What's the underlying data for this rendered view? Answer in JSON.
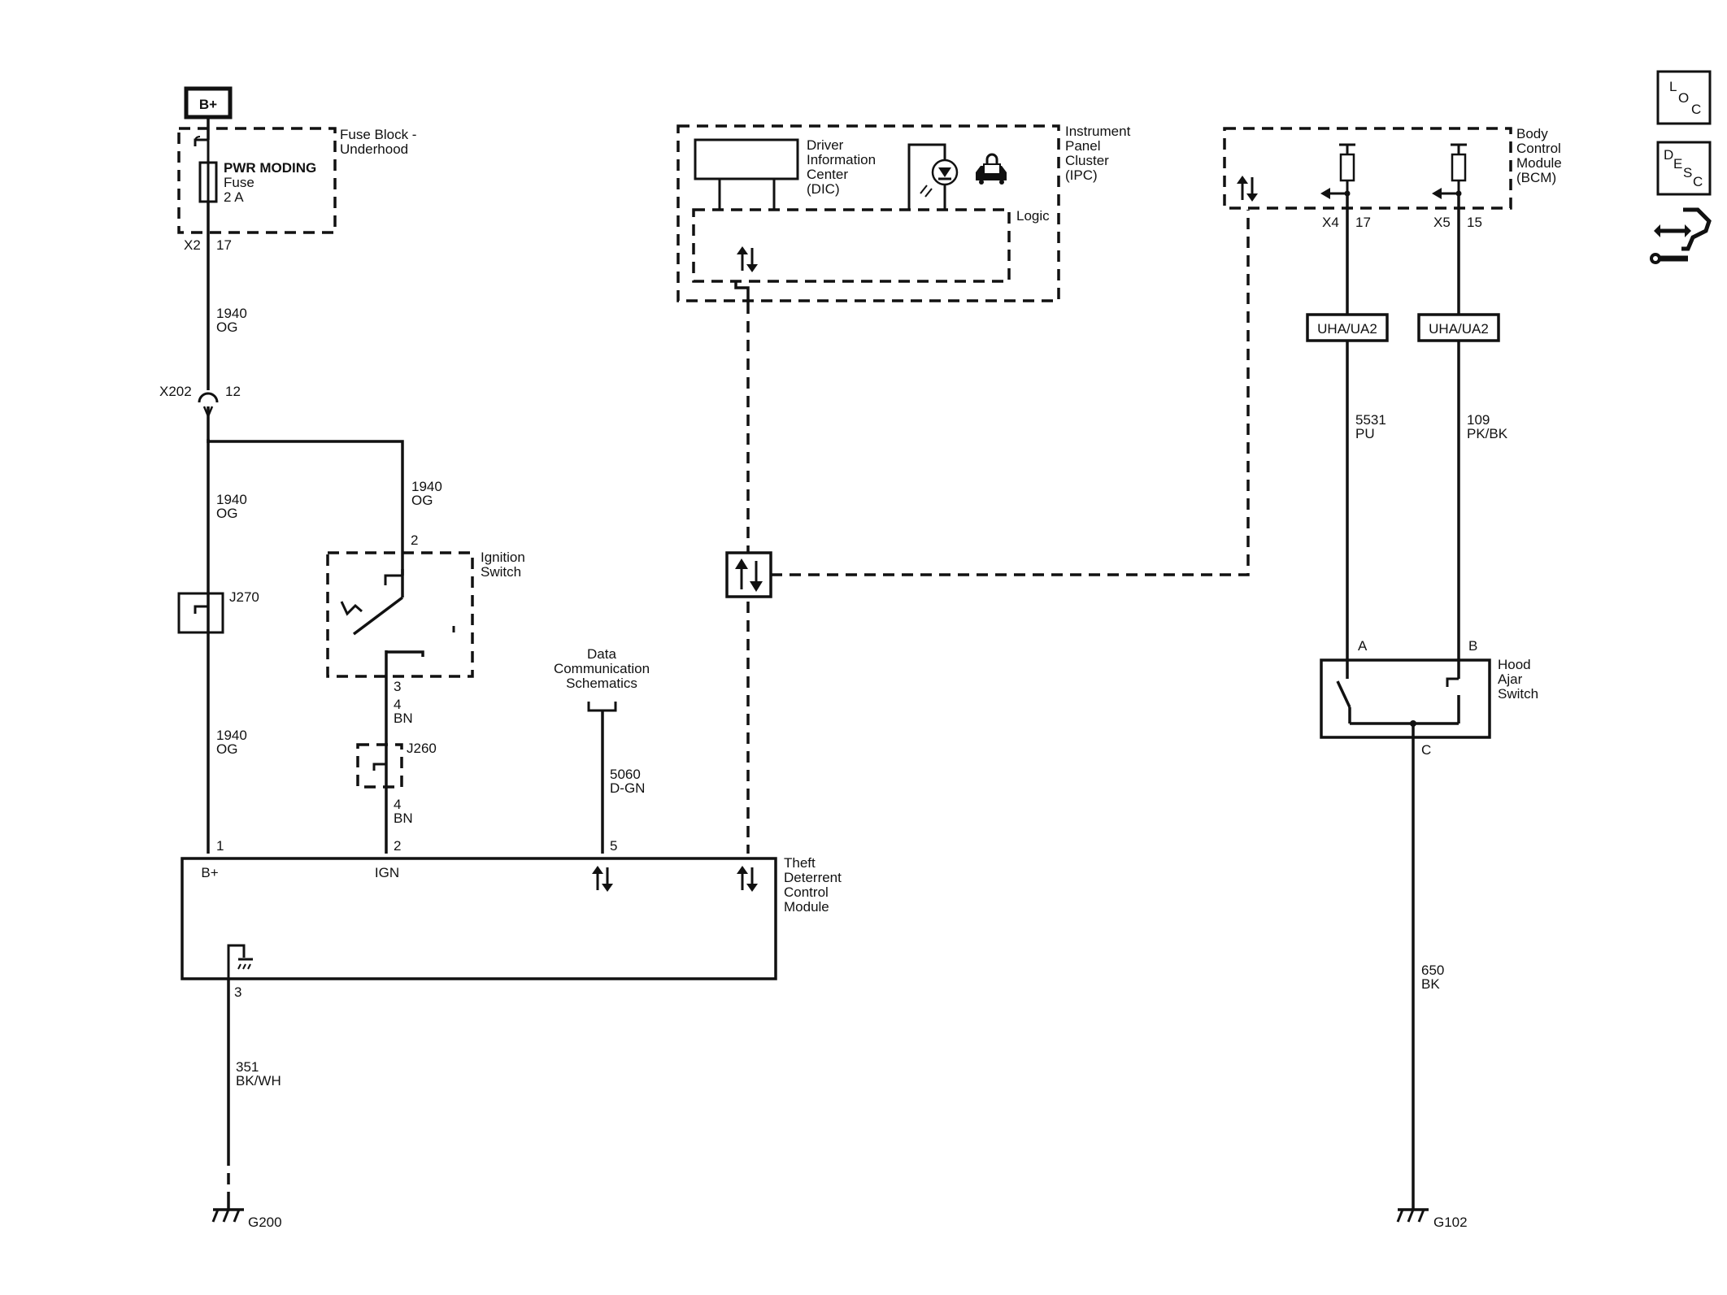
{
  "power": {
    "source": "B+"
  },
  "fuse_block": {
    "title_1": "Fuse Block -",
    "title_2": "Underhood",
    "fuse_name": "PWR MODING",
    "fuse_label": "Fuse",
    "fuse_rating": "2 A",
    "connector": "X2",
    "pin": "17"
  },
  "wires": {
    "w1_circuit": "1940",
    "w1_color": "OG",
    "w2_circuit": "1940",
    "w2_color": "OG",
    "w3_circuit": "1940",
    "w3_color": "OG",
    "w4_circuit": "1940",
    "w4_color": "OG",
    "ign_a_circuit": "4",
    "ign_a_color": "BN",
    "ign_b_circuit": "4",
    "ign_b_color": "BN",
    "data_circuit": "5060",
    "data_color": "D-GN",
    "ground_circuit": "351",
    "ground_color": "BK/WH",
    "bcm_a_circuit": "5531",
    "bcm_a_color": "PU",
    "bcm_b_circuit": "109",
    "bcm_b_color": "PK/BK",
    "hood_gnd_circuit": "650",
    "hood_gnd_color": "BK"
  },
  "connector_x202": {
    "name": "X202",
    "pin": "12"
  },
  "splices": {
    "j270": "J270",
    "j260": "J260"
  },
  "ignition_switch": {
    "title_1": "Ignition",
    "title_2": "Switch",
    "pin_top": "2",
    "pin_bottom": "3"
  },
  "data_comm": {
    "line_1": "Data",
    "line_2": "Communication",
    "line_3": "Schematics"
  },
  "tdm": {
    "title_1": "Theft",
    "title_2": "Deterrent",
    "title_3": "Control",
    "title_4": "Module",
    "pin_bplus": "1",
    "pin_ign": "2",
    "pin_data": "5",
    "pin_gnd": "3",
    "label_bplus": "B+",
    "label_ign": "IGN"
  },
  "ipc": {
    "title_1": "Instrument",
    "title_2": "Panel",
    "title_3": "Cluster",
    "title_4": "(IPC)",
    "dic_1": "Driver",
    "dic_2": "Information",
    "dic_3": "Center",
    "dic_4": "(DIC)",
    "logic": "Logic"
  },
  "bcm": {
    "title_1": "Body",
    "title_2": "Control",
    "title_3": "Module",
    "title_4": "(BCM)",
    "conn_a": "X4",
    "pin_a": "17",
    "conn_b": "X5",
    "pin_b": "15",
    "option_a": "UHA/UA2",
    "option_b": "UHA/UA2"
  },
  "hood_switch": {
    "title_1": "Hood",
    "title_2": "Ajar",
    "title_3": "Switch",
    "pin_a": "A",
    "pin_b": "B",
    "pin_c": "C"
  },
  "grounds": {
    "g200": "G200",
    "g102": "G102"
  },
  "side_icons": {
    "loc_l": "L",
    "loc_o": "O",
    "loc_c": "C",
    "desc_d": "D",
    "desc_e": "E",
    "desc_s": "S",
    "desc_c": "C"
  }
}
